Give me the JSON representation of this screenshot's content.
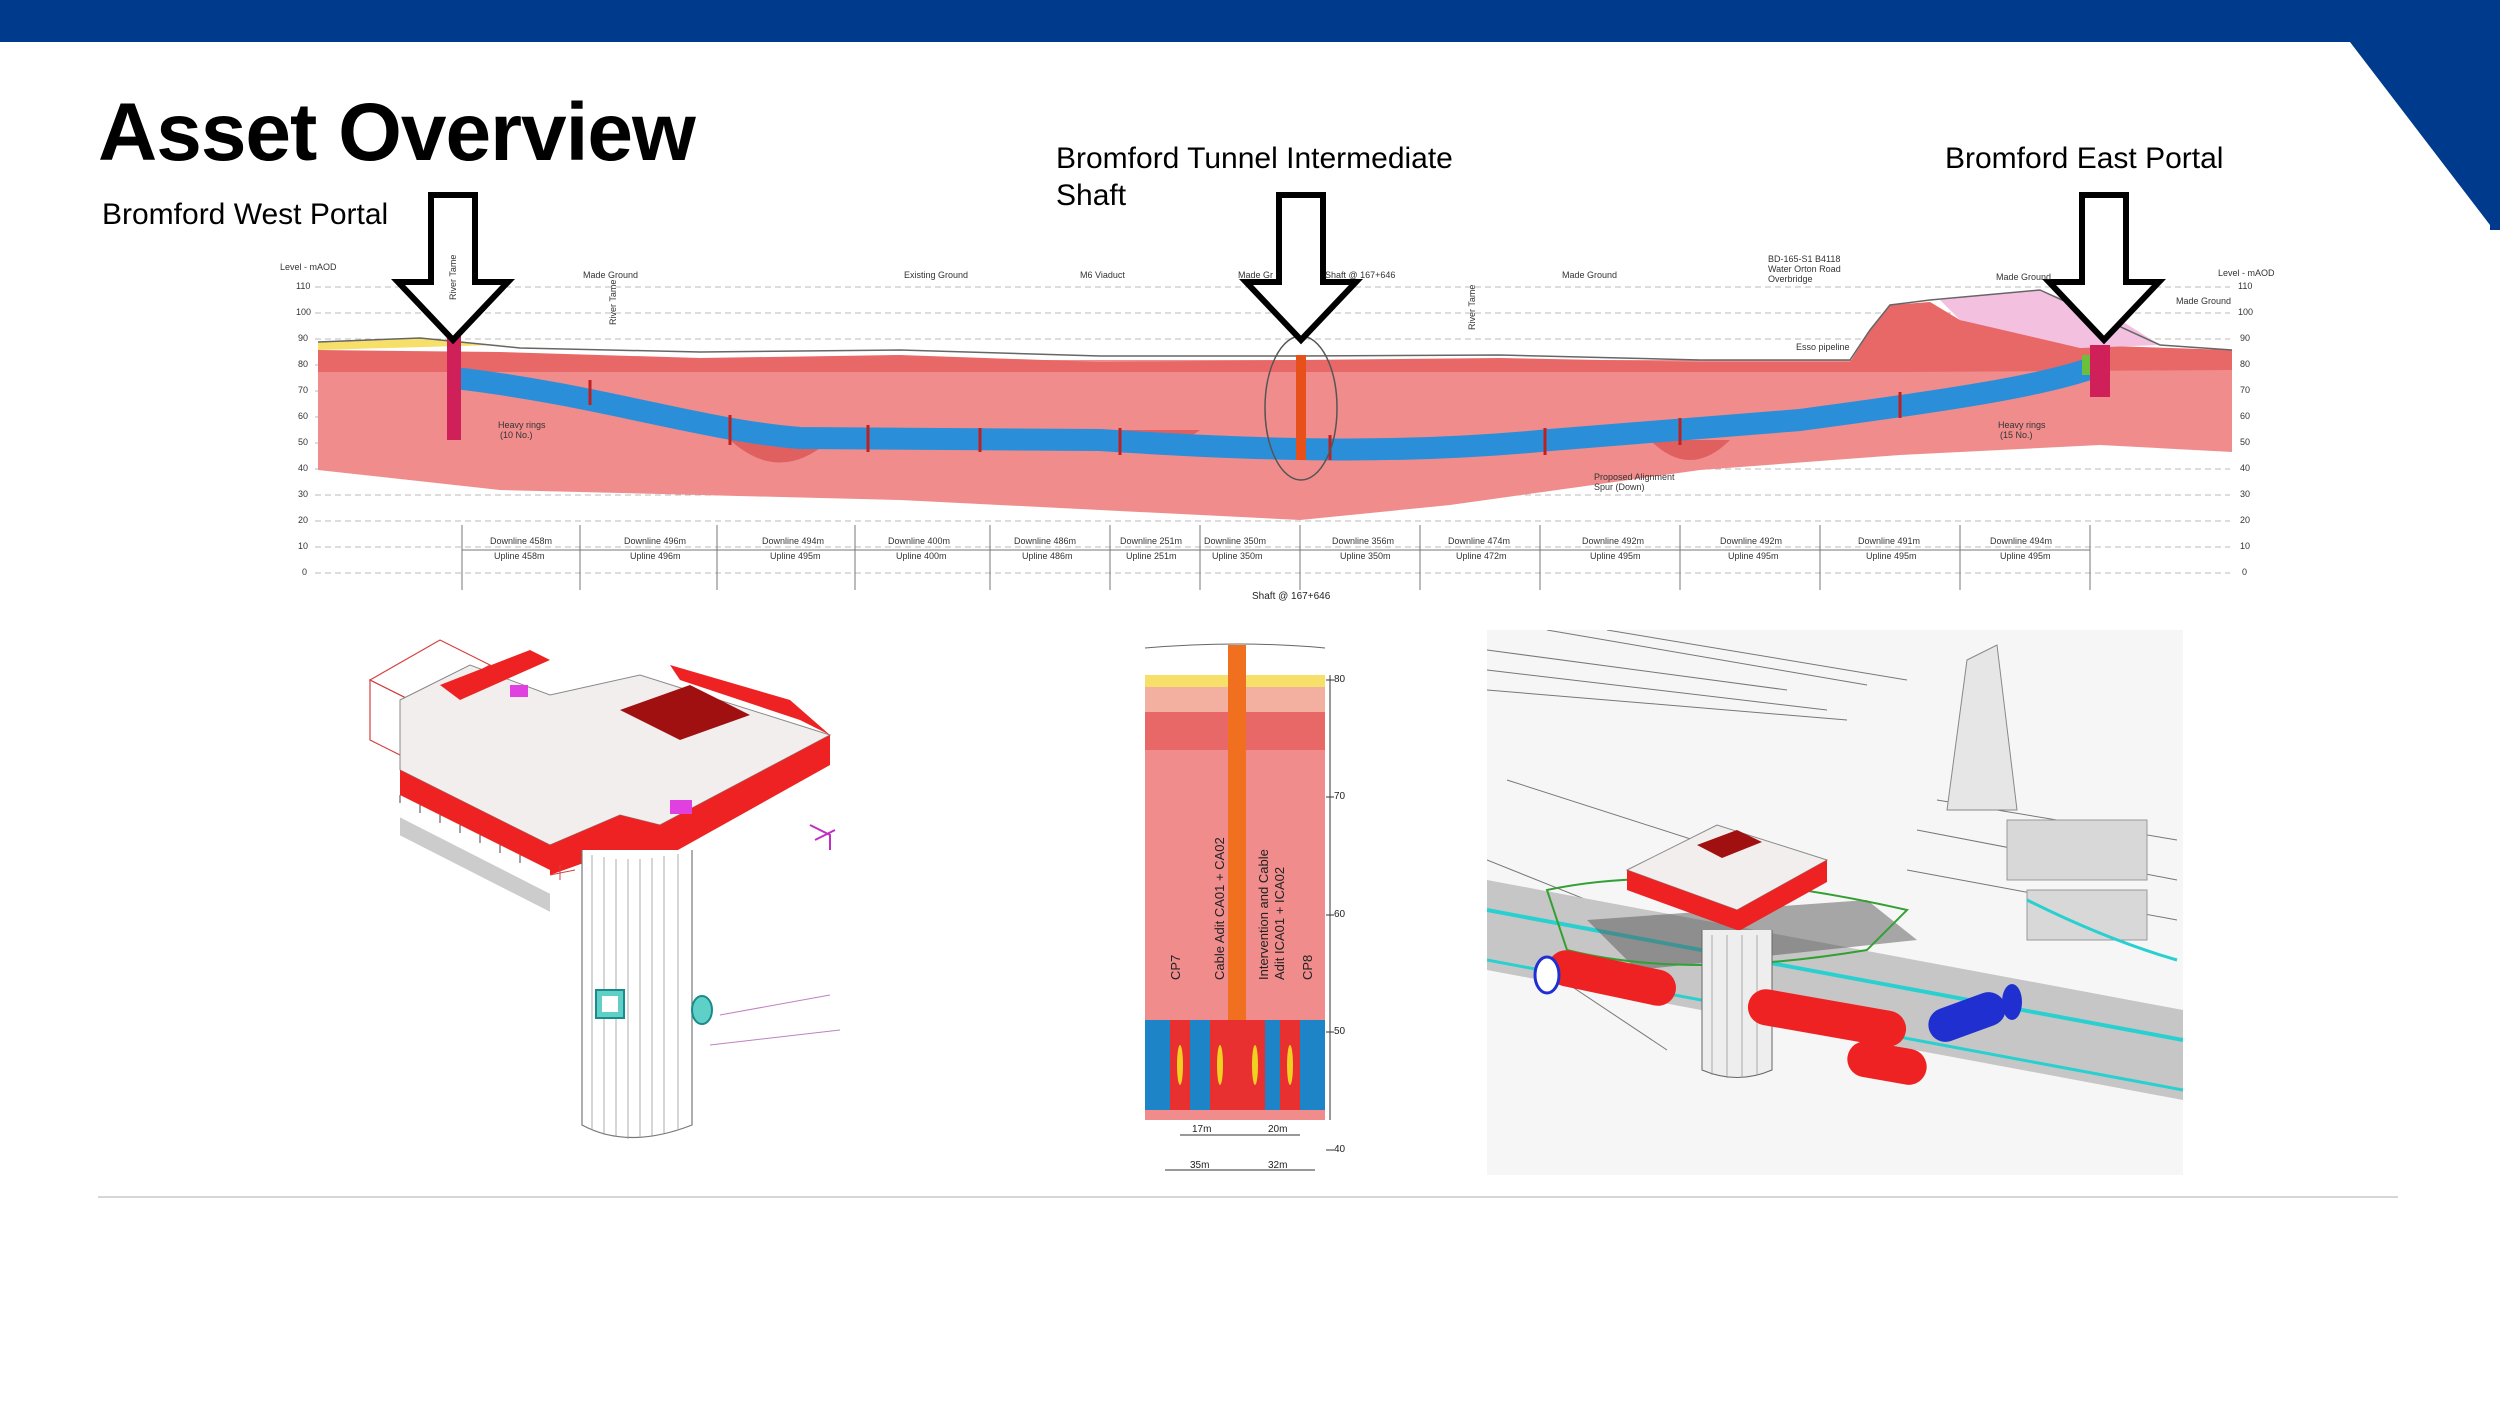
{
  "slide": {
    "title": "Asset Overview",
    "accent_color": "#003a8c"
  },
  "callouts": {
    "west_portal": "Bromford West Portal",
    "intermediate_shaft_line1": "Bromford Tunnel Intermediate",
    "intermediate_shaft_line2": "Shaft",
    "east_portal": "Bromford East Portal"
  },
  "long_section": {
    "level_label_left": "Level - mAOD",
    "level_label_right": "Level - mAOD",
    "levels": [
      "110",
      "100",
      "90",
      "80",
      "70",
      "60",
      "50",
      "40",
      "30",
      "20",
      "10",
      "0"
    ],
    "annotations": {
      "made_ground_1": "Made Ground",
      "existing_ground": "Existing Ground",
      "m6_viaduct": "M6 Viaduct",
      "made_ground_2": "Made Gr",
      "shaft": "Shaft @ 167+646",
      "made_ground_3": "Made Ground",
      "overbridge_1": "BD-165-S1 B4118",
      "overbridge_2": "Water Orton Road",
      "overbridge_3": "Overbridge",
      "made_ground_4": "Made Ground",
      "made_ground_5": "Made Ground",
      "esso_pipeline": "Esso pipeline",
      "heavy_rings_west_1": "Heavy rings",
      "heavy_rings_west_2": "(10 No.)",
      "heavy_rings_east_1": "Heavy rings",
      "heavy_rings_east_2": "(15 No.)",
      "spur_1": "Proposed Alignment",
      "spur_2": "Spur (Down)",
      "river_tame": "River Tame"
    },
    "segments": [
      {
        "down": "Downline 458m",
        "up": "Upline 458m"
      },
      {
        "down": "Downline 496m",
        "up": "Upline 496m"
      },
      {
        "down": "Downline 494m",
        "up": "Upline 495m"
      },
      {
        "down": "Downline 400m",
        "up": "Upline 400m"
      },
      {
        "down": "Downline 486m",
        "up": "Upline 486m"
      },
      {
        "down": "Downline 251m",
        "up": "Upline 251m"
      },
      {
        "down": "Downline 350m",
        "up": "Upline 350m"
      },
      {
        "down": "Downline 356m",
        "up": "Upline 350m"
      },
      {
        "down": "Downline 474m",
        "up": "Upline 472m"
      },
      {
        "down": "Downline 492m",
        "up": "Upline 495m"
      },
      {
        "down": "Downline 492m",
        "up": "Upline 495m"
      },
      {
        "down": "Downline 491m",
        "up": "Upline 495m"
      },
      {
        "down": "Downline 494m",
        "up": "Upline 495m"
      }
    ]
  },
  "shaft_section": {
    "header": "Shaft @ 167+646",
    "levels": [
      "80",
      "70",
      "60",
      "50",
      "40"
    ],
    "cp7": "CP7",
    "cp8": "CP8",
    "cable_adit": "Cable Adit CA01 + CA02",
    "intervention_1": "Intervention and Cable",
    "intervention_2": "Adit ICA01 + ICA02",
    "dim_17": "17m",
    "dim_20": "20m",
    "dim_35": "35m",
    "dim_32": "32m"
  }
}
